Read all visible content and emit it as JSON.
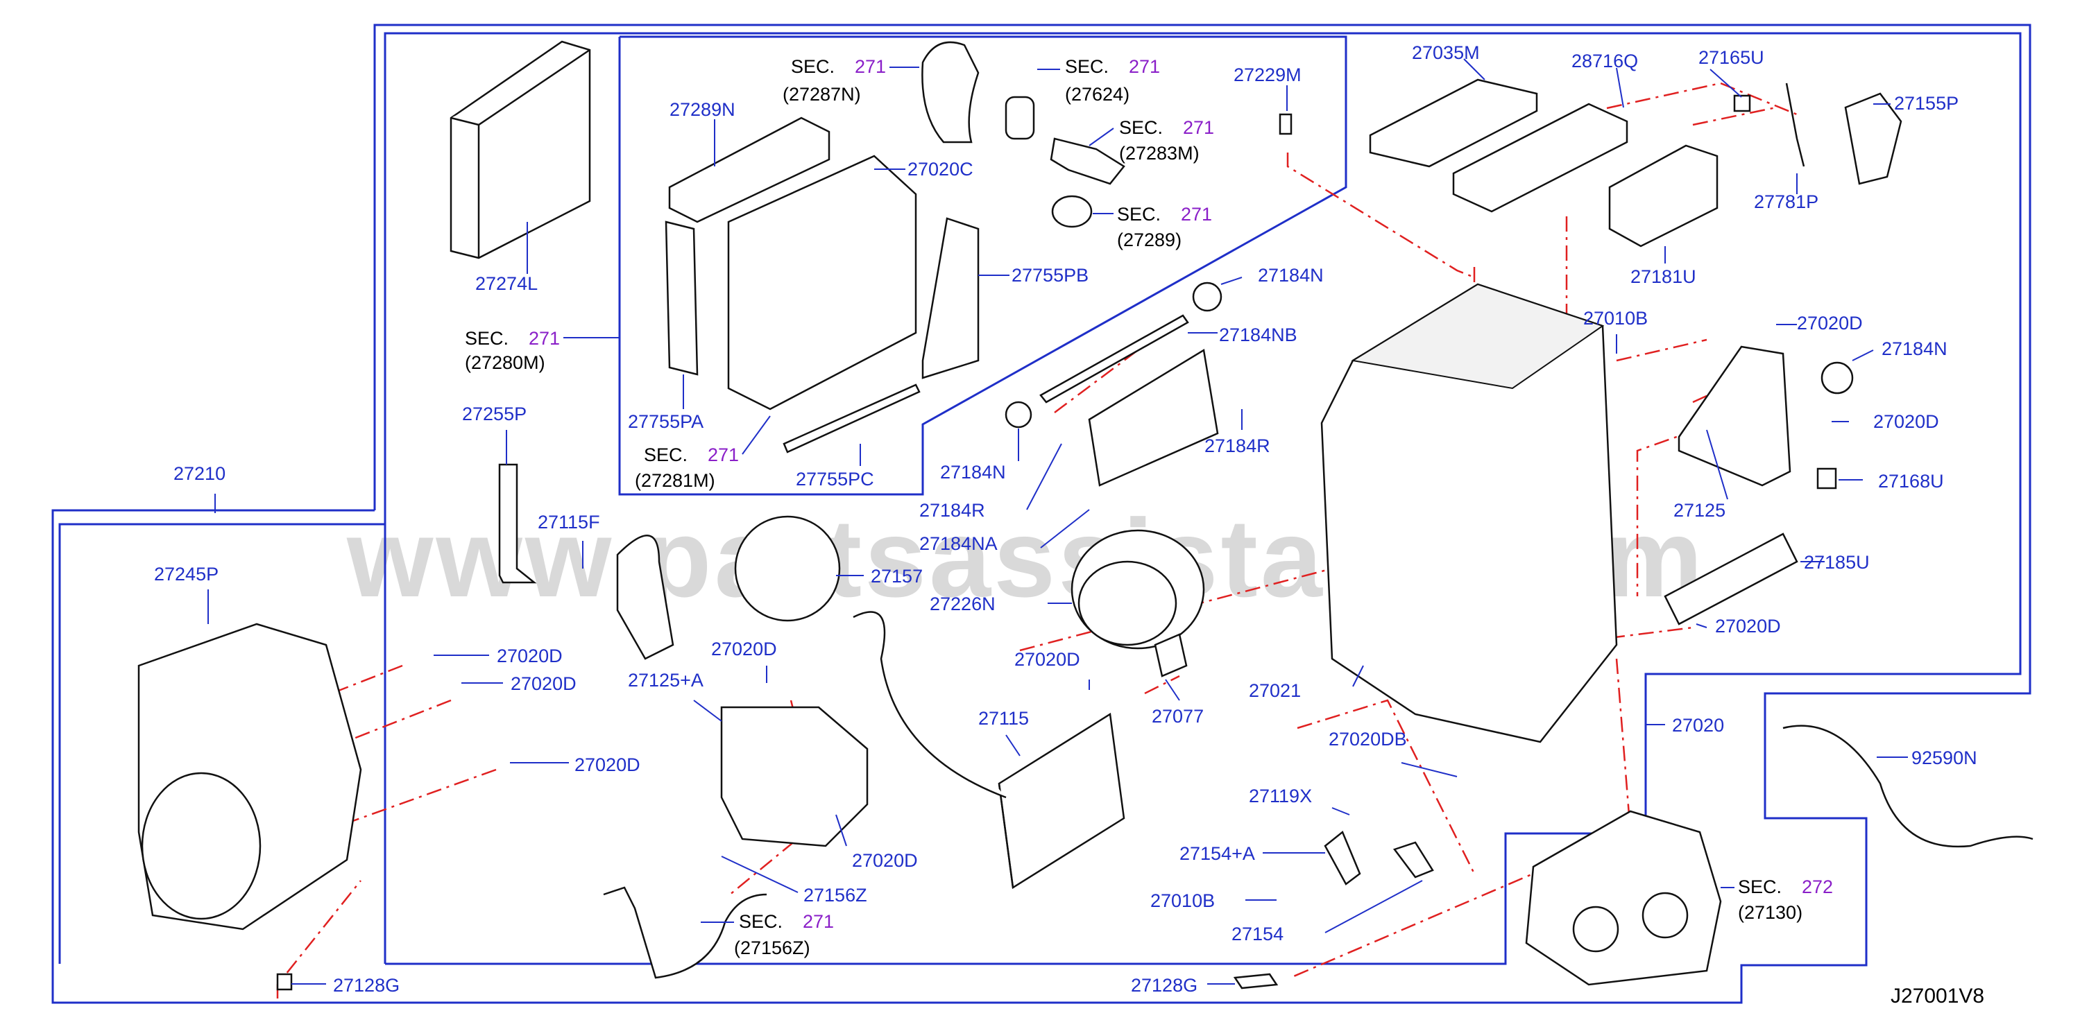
{
  "drawing_code": "J27001V8",
  "watermark": "www.partsassistant.com",
  "colors": {
    "part_label": "#1f2fc8",
    "section_number": "#8a1fc8",
    "dash_line": "#e02020",
    "frame": "#1f2fc8"
  },
  "labels": {
    "p27289N": "27289N",
    "p27020C": "27020C",
    "p27755PB": "27755PB",
    "p27274L": "27274L",
    "p27755PA": "27755PA",
    "p27755PC": "27755PC",
    "p27229M": "27229M",
    "p27035M": "27035M",
    "p28716Q": "28716Q",
    "p27165U": "27165U",
    "p27155P": "27155P",
    "p27781P": "27781P",
    "p27181U": "27181U",
    "p27184N_top": "27184N",
    "p27184NB": "27184NB",
    "p27010B_top": "27010B",
    "p27020D_r1": "27020D",
    "p27184N_right": "27184N",
    "p27020D_r2": "27020D",
    "p27168U": "27168U",
    "p27125": "27125",
    "p27185U": "27185U",
    "p27020D_r3": "27020D",
    "p27255P": "27255P",
    "p27210": "27210",
    "p27115F": "27115F",
    "p27157": "27157",
    "p27184N_mid": "27184N",
    "p27184R_mid": "27184R",
    "p27184R_left": "27184R",
    "p27184NA": "27184NA",
    "p27226N": "27226N",
    "p27245P": "27245P",
    "p27020D_l1": "27020D",
    "p27020D_l2": "27020D",
    "p27020D_l3": "27020D",
    "p27020D_c1": "27020D",
    "p27125A": "27125+A",
    "p27020D_c2": "27020D",
    "p27115": "27115",
    "p27020D_c3": "27020D",
    "p27077": "27077",
    "p27021": "27021",
    "p27020DB": "27020DB",
    "p27020": "27020",
    "p92590N": "92590N",
    "p27156Z": "27156Z",
    "p27119X": "27119X",
    "p27154A": "27154+A",
    "p27010B_bot": "27010B",
    "p27154": "27154",
    "p27128G_left": "27128G",
    "p27128G_right": "27128G"
  },
  "sections": [
    {
      "key": "s27287N",
      "sec": "SEC.",
      "num": "271",
      "ref": "(27287N)"
    },
    {
      "key": "s27624",
      "sec": "SEC.",
      "num": "271",
      "ref": "(27624)"
    },
    {
      "key": "s27283M",
      "sec": "SEC.",
      "num": "271",
      "ref": "(27283M)"
    },
    {
      "key": "s27289",
      "sec": "SEC.",
      "num": "271",
      "ref": "(27289)"
    },
    {
      "key": "s27280M",
      "sec": "SEC.",
      "num": "271",
      "ref": "(27280M)"
    },
    {
      "key": "s27281M",
      "sec": "SEC.",
      "num": "271",
      "ref": "(27281M)"
    },
    {
      "key": "s27156Z",
      "sec": "SEC.",
      "num": "271",
      "ref": "(27156Z)"
    },
    {
      "key": "s27130",
      "sec": "SEC.",
      "num": "272",
      "ref": "(27130)"
    }
  ]
}
